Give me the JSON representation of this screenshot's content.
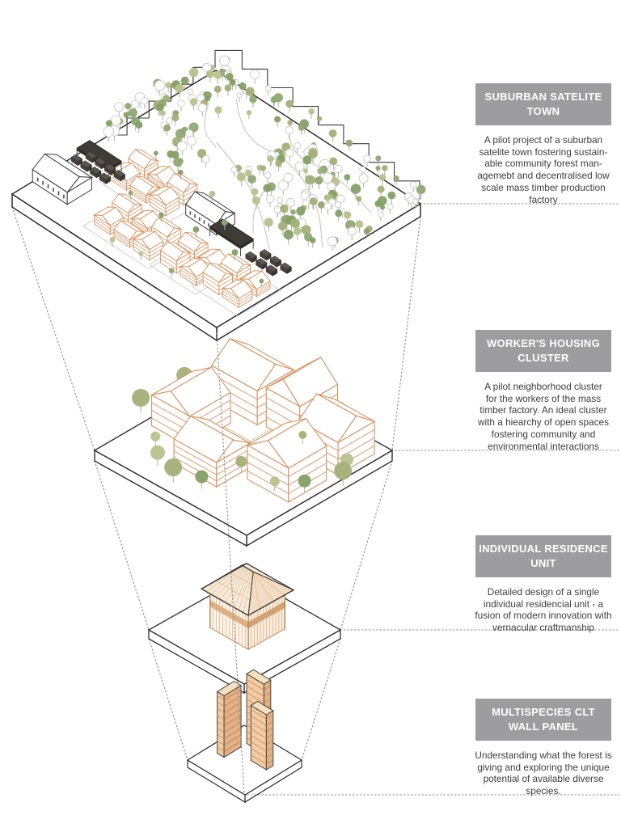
{
  "page": {
    "background": "#ffffff"
  },
  "colors": {
    "header_gray": "#9d9da0",
    "title_text": "#ffffff",
    "body_text": "#3d3d3d",
    "line_dark": "#2e2e2e",
    "dotted_line": "#8f8f8f",
    "orange": "#d8915e",
    "timber_tan": "#f1cba4",
    "timber_tan_dark": "#e2b186",
    "timber_line": "#c98a55",
    "tree_olive": "#a3b077",
    "tree_green": "#84a066",
    "tree_light": "#b9c18d",
    "tree_outline": "#c9c9c9",
    "street_gray": "#c4c4c4",
    "dark_building": "#3f3b37"
  },
  "sections": [
    {
      "title": "SUBURBAN SATELITE\nTOWN",
      "description": "A pilot project of a suburban\nsatelite town fostering sustain-\nable community forest man-\nagemebt and decentralised low\nscale mass timber production\nfactory"
    },
    {
      "title": "WORKER'S HOUSING\nCLUSTER",
      "description": "A pilot neighborhood cluster\nfor the workers of the mass\ntimber factory. An ideal cluster\nwith a hiearchy of open spaces\nfostering community and\nenvironmental interactions"
    },
    {
      "title": "INDIVIDUAL RESIDENCE\nUNIT",
      "description": "Detailed design of a single\nindividual residencial unit - a\nfusion of modern innovation with\nvernacular craftmanship"
    },
    {
      "title": "MULTISPECIES CLT\nWALL PANEL",
      "description": "Understanding what the forest is\ngiving and exploring the unique\npotential of available diverse\nspecies."
    }
  ]
}
